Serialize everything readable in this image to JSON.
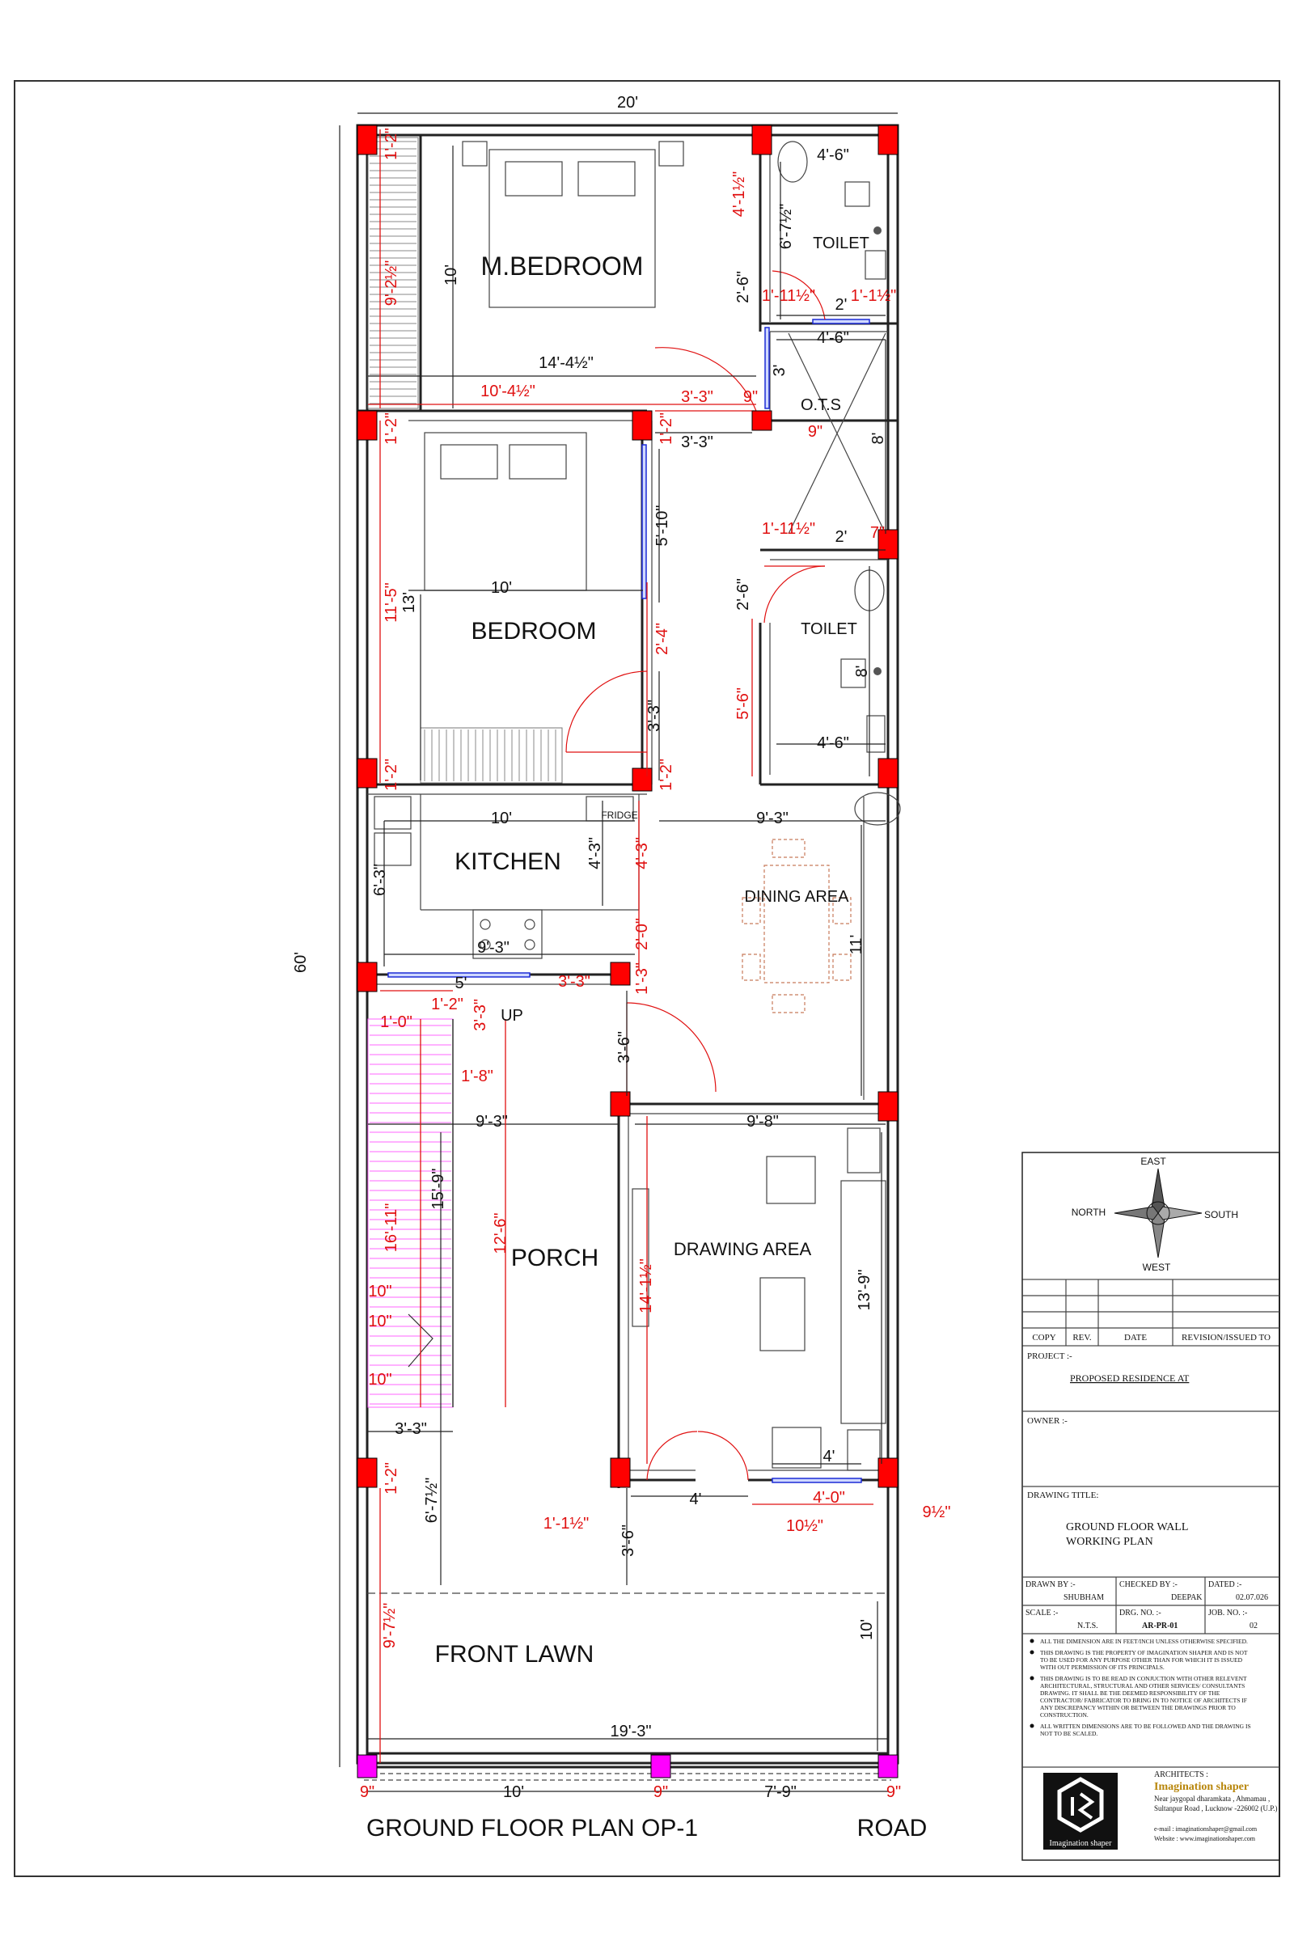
{
  "plan": {
    "title": "GROUND FLOOR PLAN OP-1",
    "road": "ROAD",
    "overall_width": "20'",
    "overall_length": "60'",
    "rooms": {
      "master_bedroom": "M.BEDROOM",
      "bedroom": "BEDROOM",
      "toilet_1": "TOILET",
      "toilet_2": "TOILET",
      "ots": "O.T.S",
      "kitchen": "KITCHEN",
      "fridge": "FRIDGE",
      "dining": "DINING AREA",
      "drawing": "DRAWING AREA",
      "porch": "PORCH",
      "front_lawn": "FRONT LAWN",
      "up": "UP"
    },
    "dims_black": {
      "mb_depth": "10'",
      "mb_width": "14'-4½\"",
      "t1_width": "4'-6\"",
      "t1_depth": "6'-7½\"",
      "t1_door": "2'-6\"",
      "t1_inner": "2'",
      "ots_width": "4'-6\"",
      "ots_depth": "8'",
      "pass_w": "3'-3\"",
      "ots_gap": "3'",
      "br_win": "5'-10\"",
      "br_width": "10'",
      "br_depth": "13'",
      "br_door_side": "3'-3\"",
      "t2_inner": "2'",
      "t2_door": "2'-6\"",
      "t2_depth": "8'",
      "t2_width": "4'-6\"",
      "k_width": "10'",
      "k_depth": "6'-3\"",
      "k_counter": "4'-3\"",
      "k_bottom": "9'-3\"",
      "dining_w": "9'-3\"",
      "dining_d": "11'",
      "st_5": "5'",
      "dd_3_6": "3'-6\"",
      "porch_w": "9'-3\"",
      "dr_w": "9'-8\"",
      "porch_15_9": "15'-9\"",
      "dr_13_9": "13'-9\"",
      "porch_3_3": "3'-3\"",
      "gate_4": "4'",
      "dr_win_4": "4'",
      "porch_6_7": "6'-7½\"",
      "gate_3_6": "3'-6\"",
      "lawn_10": "10'",
      "lawn_w": "19'-3\"",
      "bot_10": "10'",
      "bot_7_9": "7'-9\""
    },
    "dims_red": {
      "r1_2a": "1'-2\"",
      "r9_2": "9'-2½\"",
      "r4_1": "4'-1½\"",
      "r1_11a": "1'-11½\"",
      "r1_t": "1'-1½\"",
      "r10_4": "10'-4½\"",
      "r3_3a": "3'-3\"",
      "r9a": "9\"",
      "r9b": "9\"",
      "r1_2b": "1'-2\"",
      "r1_2c": "1'-2\"",
      "r1_11b": "1'-11½\"",
      "r7": "7\"",
      "r11_5": "11'-5\"",
      "r2_4": "2'-4\"",
      "r5_6": "5'-6\"",
      "r1_2d": "1'-2\"",
      "r1_2e": "1'-2\"",
      "r4_3": "4'-3\"",
      "r2_0": "2'-0\"",
      "r3_3b": "3'-3\"",
      "r1_3": "1'-3\"",
      "r1_0": "1'-0\"",
      "r1_2f": "1'-2\"",
      "r3_3c": "3'-3\"",
      "r1_8": "1'-8\"",
      "r16_11": "16'-11\"",
      "r12_6": "12'-6\"",
      "r14_1": "14'-1½\"",
      "r10a": "10\"",
      "r10b": "10\"",
      "r10c": "10\"",
      "r1_2g": "1'-2\"",
      "r1_1b": "1'-1½\"",
      "r10_half": "10½\"",
      "r4_0": "4'-0\"",
      "r9_half": "9½\"",
      "r9_7": "9'-7½\"",
      "r9c": "9\"",
      "r9d": "9\"",
      "r9e": "9\""
    }
  },
  "titleblock": {
    "compass": {
      "east": "EAST",
      "north": "NORTH",
      "south": "SOUTH",
      "west": "WEST"
    },
    "rev_headers": [
      "COPY",
      "REV.",
      "DATE",
      "REVISION/ISSUED TO"
    ],
    "project_label": "PROJECT :-",
    "project_value": "PROPOSED RESIDENCE AT",
    "owner_label": "OWNER :-",
    "drawing_title_label": "DRAWING TITLE:",
    "drawing_title_1": "GROUND FLOOR WALL",
    "drawing_title_2": "WORKING  PLAN",
    "drawn_by_label": "DRAWN BY :-",
    "drawn_by": "SHUBHAM",
    "checked_by_label": "CHECKED BY :-",
    "checked_by": "DEEPAK",
    "dated_label": "DATED :-",
    "dated": "02.07.026",
    "scale_label": "SCALE :-",
    "scale": "N.T.S.",
    "drg_no_label": "DRG. NO. :-",
    "drg_no": "AR-PR-01",
    "job_no_label": "JOB. NO. :-",
    "job_no": "02",
    "notes": [
      "ALL THE DIMENSION ARE IN FEET/INCH UNLESS OTHERWISE SPECIFIED.",
      "THIS DRAWING IS THE PROPERTY OF IMAGINATION SHAPER AND IS NOT TO BE USED FOR ANY PURPOSE OTHER THAN FOR WHICH IT IS ISSUED WITH OUT PERMISSION OF ITS PRINCIPALS.",
      "THIS DRAWING IS TO BE READ IN CONJUCTION WITH OTHER RELEVENT ARCHITECTURAL, STRUCTURAL AND OTHER SERVICES/ CONSULTANTS DRAWING. IT SHALL BE THE DEEMED RESPONSIBILITY OF THE CONTRACTOR/ FABRICATOR TO BRING IN TO NOTICE OF ARCHITECTS IF ANY DISCREPANCY  WITHIN OR BETWEEN THE  DRAWINGS PRIOR TO CONSTRUCTION.",
      "ALL WRITTEN DIMENSIONS ARE TO BE FOLLOWED AND THE DRAWING IS NOT TO BE SCALED."
    ],
    "architects_label": "ARCHITECTS :",
    "firm": "Imagination shaper",
    "addr1": "Near jaygopal dharamkata , Ahmamau ,",
    "addr2": "Sultanpur Road , Lucknow -226002 (U.P.)",
    "email": "e-mail : imaginationshaper@gmail.com",
    "website": "Website : www.imaginationshaper.com",
    "logo_caption": "Imagination shaper"
  },
  "colors": {
    "column": "#ff0000",
    "column_boundary": "#ff00ff",
    "dimension_red": "#e01010",
    "window": "#1c2bd6",
    "dimension_stair": "#ff66ff"
  }
}
